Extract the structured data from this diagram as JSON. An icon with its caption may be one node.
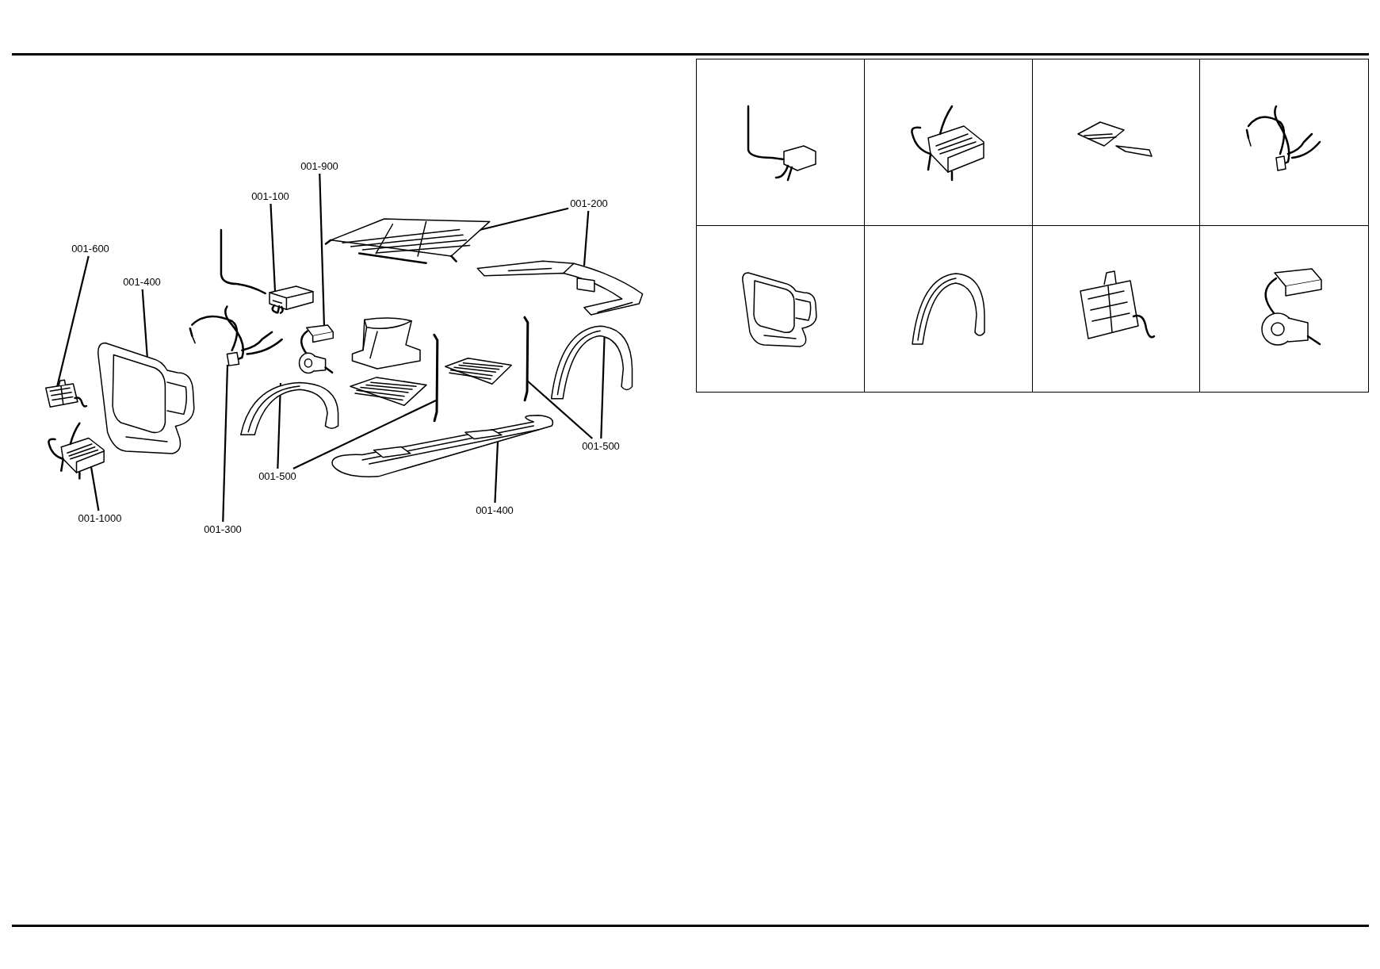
{
  "diagram": {
    "nodes": [
      {
        "text": [
          "001-900"
        ]
      },
      {
        "text": [
          "001-100"
        ]
      },
      {
        "text": [
          "001-200"
        ]
      },
      {
        "text": [
          "001-600"
        ]
      },
      {
        "text": [
          "001-400"
        ]
      },
      {
        "text": [
          "001-500"
        ]
      },
      {
        "text": [
          "001-500"
        ]
      },
      {
        "text": [
          "001-400"
        ]
      },
      {
        "text": [
          "001-1000"
        ]
      },
      {
        "text": [
          "001-300"
        ]
      },
      {
        "text": [],
        "shape": "picture"
      },
      {
        "text": [],
        "shape": "picture"
      },
      {
        "text": [],
        "shape": "picture"
      },
      {
        "text": [],
        "shape": "picture"
      },
      {
        "text": [],
        "shape": "picture"
      },
      {
        "text": [],
        "shape": "picture"
      },
      {
        "text": [],
        "shape": "picture"
      },
      {
        "text": [],
        "shape": "picture"
      },
      {
        "text": [],
        "shape": "picture"
      },
      {
        "text": [],
        "shape": "picture"
      },
      {
        "text": [],
        "shape": "picture"
      },
      {
        "text": [],
        "shape": "picture"
      },
      {
        "text": [],
        "shape": "picture"
      }
    ],
    "edges": [
      {
        "from": 0,
        "to": 11,
        "arrow": "none"
      },
      {
        "from": 1,
        "to": 10,
        "arrow": "none"
      },
      {
        "from": 2,
        "to": 12,
        "arrow": "none"
      },
      {
        "from": 2,
        "to": 13,
        "arrow": "none"
      },
      {
        "from": 3,
        "to": 14,
        "arrow": "none"
      },
      {
        "from": 4,
        "to": 15,
        "arrow": "none"
      },
      {
        "from": 5,
        "to": 16,
        "arrow": "none"
      },
      {
        "from": 5,
        "to": 17,
        "arrow": "none"
      },
      {
        "from": 6,
        "to": 18,
        "arrow": "none"
      },
      {
        "from": 6,
        "to": 19,
        "arrow": "none"
      },
      {
        "from": 7,
        "to": 20,
        "arrow": "none"
      },
      {
        "from": 8,
        "to": 21,
        "arrow": "none"
      },
      {
        "from": 9,
        "to": 22,
        "arrow": "none"
      }
    ]
  }
}
